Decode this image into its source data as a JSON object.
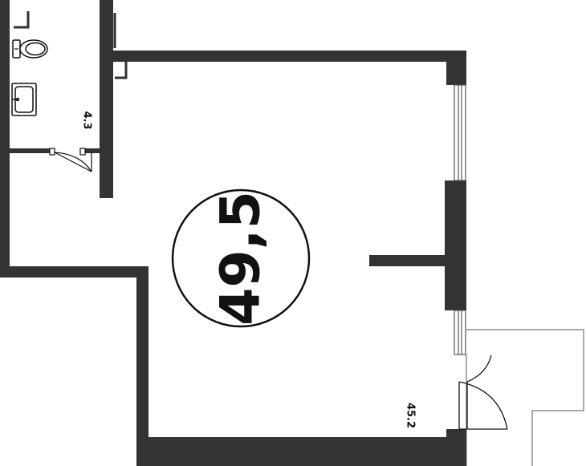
{
  "plan": {
    "total_area_label": "49,5",
    "rooms": [
      {
        "id": "bathroom",
        "area_label": "4.3"
      },
      {
        "id": "main-room",
        "area_label": "45.2"
      }
    ]
  },
  "colors": {
    "wall": "#333333",
    "line": "#111111",
    "background": "#ffffff",
    "thin_line": "#555555"
  }
}
